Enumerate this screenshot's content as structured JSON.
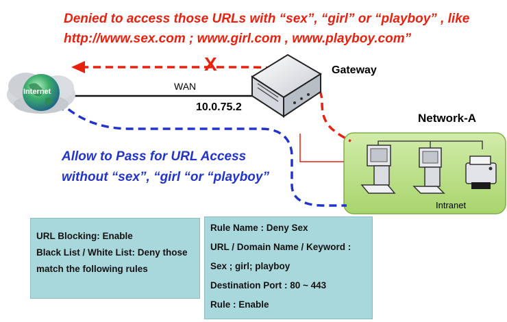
{
  "denied_text": {
    "line1": "Denied to access those URLs with “sex”, “girl”  or “playboy” , like",
    "line2": "http://www.sex.com ;  www.girl.com ,    www.playboy.com”"
  },
  "allow_text": {
    "line1": "Allow to Pass for URL Access",
    "line2": "without “sex”, “girl “or “playboy”"
  },
  "labels": {
    "internet": "Internet",
    "wan": "WAN",
    "ip": "10.0.75.2",
    "gateway": "Gateway",
    "network": "Network-A",
    "intranet": "Intranet",
    "blocked_mark": "X"
  },
  "left_box": {
    "lines": [
      "URL Blocking: Enable",
      "Black List / White List: Deny those",
      "match the following rules"
    ]
  },
  "right_box": {
    "lines": [
      "Rule Name : Deny Sex",
      "URL / Domain Name / Keyword :",
      "Sex ; girl; playboy",
      "Destination Port : 80 ~ 443",
      "Rule : Enable"
    ]
  },
  "colors": {
    "denied": "#e8210f",
    "allowed": "#2233cc",
    "network_fill": "#bfe28c",
    "info_box": "#a8d8dc"
  }
}
